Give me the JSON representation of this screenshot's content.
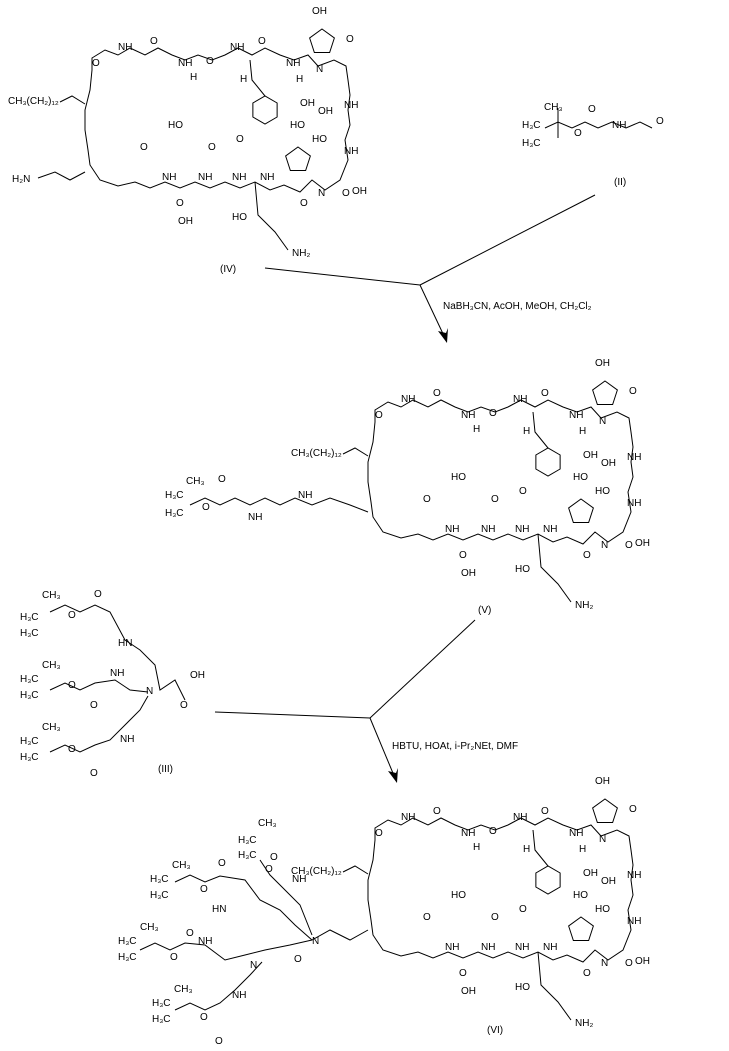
{
  "compounds": {
    "iv": "(IV)",
    "ii": "(II)",
    "v": "(V)",
    "iii": "(III)",
    "vi": "(VI)"
  },
  "reagents": {
    "step1": "NaBH₃CN, AcOH, MeOH, CH₂Cl₂",
    "step2": "HBTU, HOAt, i-Pr₂NEt, DMF"
  },
  "atoms": {
    "macrocycle": [
      "O",
      "NH",
      "O",
      "NH",
      "O",
      "NH",
      "O",
      "NH",
      "OH",
      "N",
      "O",
      "NH",
      "OH",
      "NH",
      "OH",
      "HO",
      "N",
      "O",
      "O",
      "NH",
      "HO",
      "NH",
      "O",
      "NH₂",
      "HO",
      "O",
      "NH",
      "O",
      "NH",
      "OH",
      "O",
      "CH₃(CH₂)₁₂",
      "HO",
      "OH",
      "H",
      "H",
      "H"
    ],
    "iv_tail": [
      "H₂N"
    ],
    "ii": [
      "H₃C",
      "H₃C",
      "CH₃",
      "O",
      "O",
      "NH",
      "O"
    ],
    "v_tail": [
      "H₃C",
      "H₃C",
      "CH₃",
      "O",
      "O",
      "NH",
      "NH"
    ],
    "iii": [
      "H₃C",
      "H₃C",
      "CH₃",
      "O",
      "O",
      "HN",
      "H₃C",
      "H₃C",
      "CH₃",
      "O",
      "O",
      "NH",
      "N",
      "OH",
      "O",
      "H₃C",
      "H₃C",
      "CH₃",
      "O",
      "O",
      "NH"
    ],
    "vi_tail": [
      "H₃C",
      "H₃C",
      "CH₃",
      "O",
      "O",
      "HN",
      "H₃C",
      "H₃C",
      "CH₃",
      "O",
      "O",
      "NH",
      "N",
      "O",
      "N",
      "H₃C",
      "H₃C",
      "CH₃",
      "O",
      "O",
      "NH",
      "H₃C",
      "H₃C",
      "CH₃",
      "O",
      "O",
      "NH"
    ]
  }
}
